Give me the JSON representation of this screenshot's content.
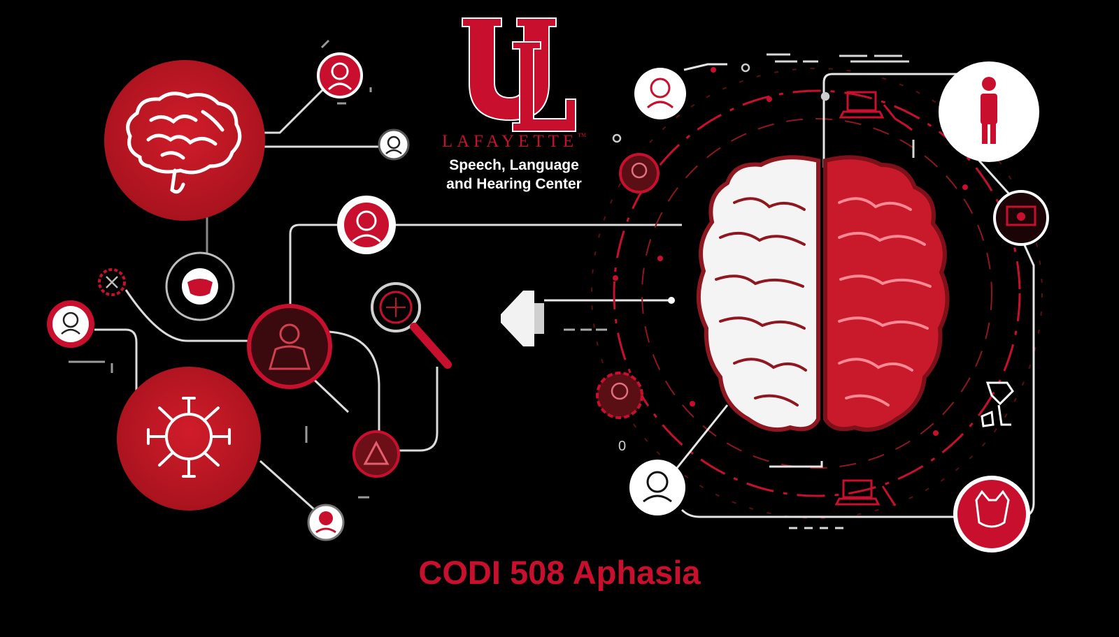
{
  "logo": {
    "monogram": "UL",
    "wordmark": "LAFAYETTE",
    "trademark": "TM",
    "subtitle_line1": "Speech, Language",
    "subtitle_line2": "and Hearing Center"
  },
  "course_title": "CODI 508 Aphasia",
  "stray_label": "0",
  "colors": {
    "background": "#000000",
    "accent_red": "#c8102e",
    "dark_red": "#8f1720",
    "line_white": "#e6e6e6"
  },
  "icons": [
    "brain-icon",
    "person-head-icon",
    "person-head-icon",
    "face-mask-icon",
    "network-hub-icon",
    "speaker-icon",
    "magnifier-icon",
    "standing-person-icon",
    "split-brain-icon",
    "laptop-icon"
  ]
}
